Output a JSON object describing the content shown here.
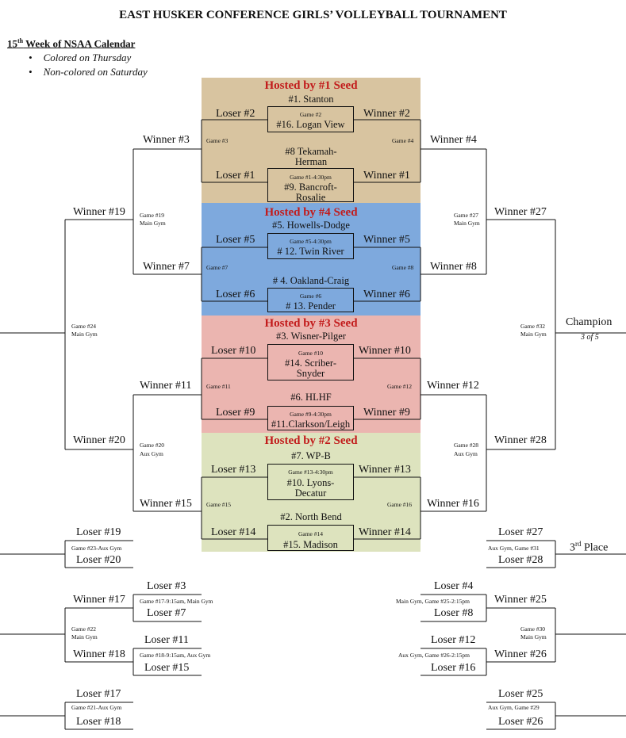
{
  "title": "EAST HUSKER CONFERENCE GIRLS’ VOLLEYBALL TOURNAMENT",
  "calendar": {
    "week_num": "15",
    "week_sup": "th",
    "week_rest": " Week of NSAA Calendar",
    "notes": [
      "Colored on Thursday",
      "Non-colored on Saturday"
    ]
  },
  "colors": {
    "tan": "#d8c4a0",
    "blue": "#7ea9dd",
    "pink": "#ebb5b0",
    "green": "#dde3be",
    "accent": "#c21b1b"
  },
  "pods": [
    {
      "host": "Hosted by #1 Seed",
      "top_seed": "#1. Stanton",
      "game_a": {
        "label": "Game #2",
        "team": "#16. Logan View"
      },
      "mid_seed_l1": "#8 Tekamah-",
      "mid_seed_l2": "Herman",
      "game_b": {
        "label": "Game #1-4:30pm",
        "team_l1": "#9. Bancroft-",
        "team_l2": "Rosalie"
      },
      "left_top": "Loser #2",
      "right_top": "Winner #2",
      "left_bot": "Loser #1",
      "right_bot": "Winner #1",
      "left_game": "Game #3",
      "right_game": "Game #4",
      "left_winner": "Winner #3",
      "right_winner": "Winner #4"
    },
    {
      "host": "Hosted by #4 Seed",
      "top_seed": "#5. Howells-Dodge",
      "game_a": {
        "label": "Game #5-4:30pm",
        "team": "# 12. Twin River"
      },
      "mid_seed_l1": "# 4. Oakland-Craig",
      "mid_seed_l2": "",
      "game_b": {
        "label": "Game #6",
        "team_l1": "# 13. Pender",
        "team_l2": ""
      },
      "left_top": "Loser #5",
      "right_top": "Winner #5",
      "left_bot": "Loser #6",
      "right_bot": "Winner #6",
      "left_game": "Game #7",
      "right_game": "Game #8",
      "left_winner": "Winner #7",
      "right_winner": "Winner #8"
    },
    {
      "host": "Hosted by #3 Seed",
      "top_seed": "#3. Wisner-Pilger",
      "game_a": {
        "label": "Game #10",
        "team_l1": "#14. Scriber-",
        "team_l2": "Snyder"
      },
      "mid_seed_l1": "#6. HLHF",
      "mid_seed_l2": "",
      "game_b": {
        "label": "Game #9-4:30pm",
        "team_l1": "#11.Clarkson/Leigh",
        "team_l2": ""
      },
      "left_top": "Loser #10",
      "right_top": "Winner #10",
      "left_bot": "Loser #9",
      "right_bot": "Winner #9",
      "left_game": "Game #11",
      "right_game": "Game #12",
      "left_winner": "Winner #11",
      "right_winner": "Winner #12"
    },
    {
      "host": "Hosted by #2 Seed",
      "top_seed": "#7. WP-B",
      "game_a": {
        "label": "Game #13-4:30pm",
        "team_l1": "#10. Lyons-",
        "team_l2": "Decatur"
      },
      "mid_seed_l1": "#2. North Bend",
      "mid_seed_l2": "",
      "game_b": {
        "label": "Game #14",
        "team_l1": "#15. Madison",
        "team_l2": ""
      },
      "left_top": "Loser #13",
      "right_top": "Winner #13",
      "left_bot": "Loser #14",
      "right_bot": "Winner #14",
      "left_game": "Game #15",
      "right_game": "Game #16",
      "left_winner": "Winner #15",
      "right_winner": "Winner #16"
    }
  ],
  "semis": {
    "left": [
      {
        "winner": "Winner #19",
        "game": "Game #19",
        "site": "Main Gym"
      },
      {
        "winner": "Winner #20",
        "game": "Game #20",
        "site": "Aux Gym"
      }
    ],
    "right": [
      {
        "winner": "Winner #27",
        "game": "Game #27",
        "site": "Main Gym"
      },
      {
        "winner": "Winner #28",
        "game": "Game #28",
        "site": "Aux Gym"
      }
    ]
  },
  "finals": {
    "left_game": "Game #24",
    "left_site": "Main Gym",
    "right_game": "Game #32",
    "right_site": "Main Gym",
    "champion": "Champion",
    "champion_note": "3 of 5"
  },
  "consolation": {
    "g23": {
      "top": "Loser #19",
      "label": "Game #23-Aux Gym",
      "bottom": "Loser #20"
    },
    "g31": {
      "top": "Loser #27",
      "label": "Aux Gym, Game #31",
      "bottom": "Loser #28"
    },
    "third_num": "3",
    "third_sup": "rd",
    "third_rest": " Place",
    "g17": {
      "top": "Loser #3",
      "label": "Game #17-9:15am, Main Gym",
      "bottom": "Loser #7"
    },
    "g18": {
      "top": "Loser #11",
      "label": "Game #18-9:15am, Aux Gym",
      "bottom": "Loser #15"
    },
    "g22": {
      "w_top": "Winner #17",
      "label": "Game #22",
      "site": "Main Gym",
      "w_bot": "Winner #18"
    },
    "g25": {
      "top": "Loser #4",
      "label": "Main Gym, Game #25-2:15pm",
      "bottom": "Loser #8"
    },
    "g26": {
      "top": "Loser #12",
      "label": "Aux Gym, Game #26-2:15pm",
      "bottom": "Loser #16"
    },
    "g30": {
      "w_top": "Winner #25",
      "label": "Game #30",
      "site": "Main Gym",
      "w_bot": "Winner #26"
    },
    "g21": {
      "top": "Loser #17",
      "label": "Game #21-Aux Gym",
      "bottom": "Loser #18"
    },
    "g29": {
      "top": "Loser #25",
      "label": "Aux Gym, Game #29",
      "bottom": "Loser #26"
    }
  }
}
